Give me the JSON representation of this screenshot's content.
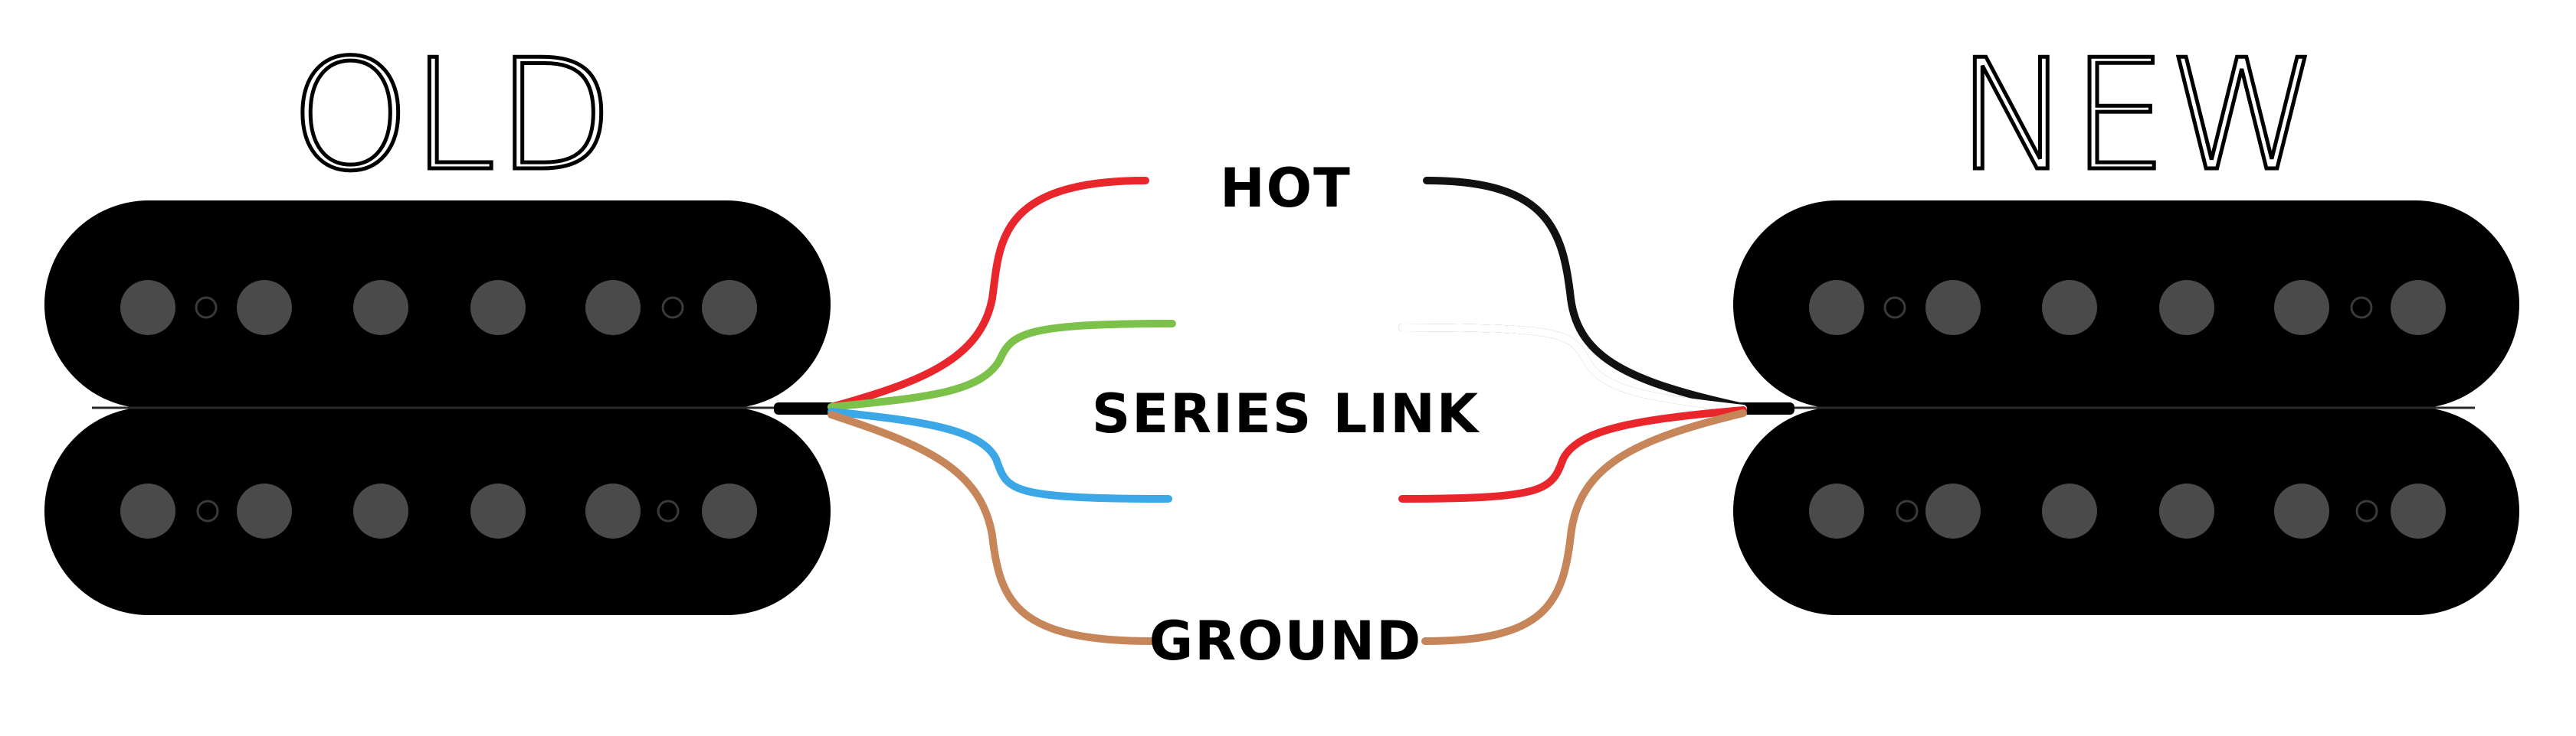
{
  "titles": {
    "old": "OLD",
    "new": "NEW"
  },
  "labels": {
    "hot": "HOT",
    "series_link": "SERIES LINK",
    "ground": "GROUND"
  },
  "colors": {
    "pickup_body": "#000000",
    "pole": "#4a4a4a",
    "old_hot": "#e8262b",
    "old_series_a": "#7cc24a",
    "old_series_b": "#3ba7e6",
    "old_ground": "#c7855a",
    "new_hot": "#111111",
    "new_series_a": "#ffffff",
    "new_series_b": "#e8262b",
    "new_ground": "#c7855a"
  }
}
